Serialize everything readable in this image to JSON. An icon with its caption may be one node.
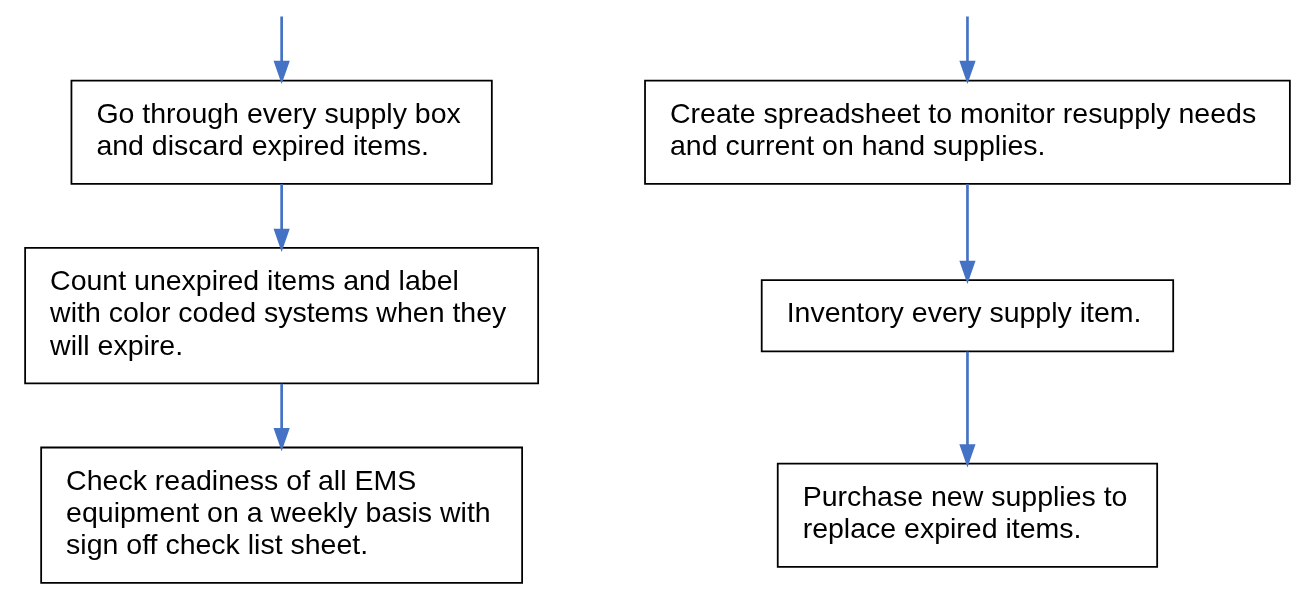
{
  "diagram": {
    "nodes": [
      {
        "text": [
          "Go through every supply box and discard expired items."
        ]
      },
      {
        "text": [
          "Count unexpired items and label with color coded systems when they will expire."
        ]
      },
      {
        "text": [
          "Check readiness of all EMS equipment on a weekly basis with sign off check list sheet."
        ]
      },
      {
        "text": [
          "Create spreadsheet to monitor resupply needs and current on hand supplies."
        ]
      },
      {
        "text": [
          "Inventory every supply item."
        ]
      },
      {
        "text": [
          "Purchase new supplies to replace expired items."
        ]
      }
    ],
    "edges": [
      {
        "from": null,
        "to": 0,
        "arrow": "to"
      },
      {
        "from": 0,
        "to": 1,
        "arrow": "to"
      },
      {
        "from": 1,
        "to": 2,
        "arrow": "to"
      },
      {
        "from": null,
        "to": 3,
        "arrow": "to"
      },
      {
        "from": 3,
        "to": 4,
        "arrow": "to"
      },
      {
        "from": 4,
        "to": 5,
        "arrow": "to"
      }
    ]
  }
}
